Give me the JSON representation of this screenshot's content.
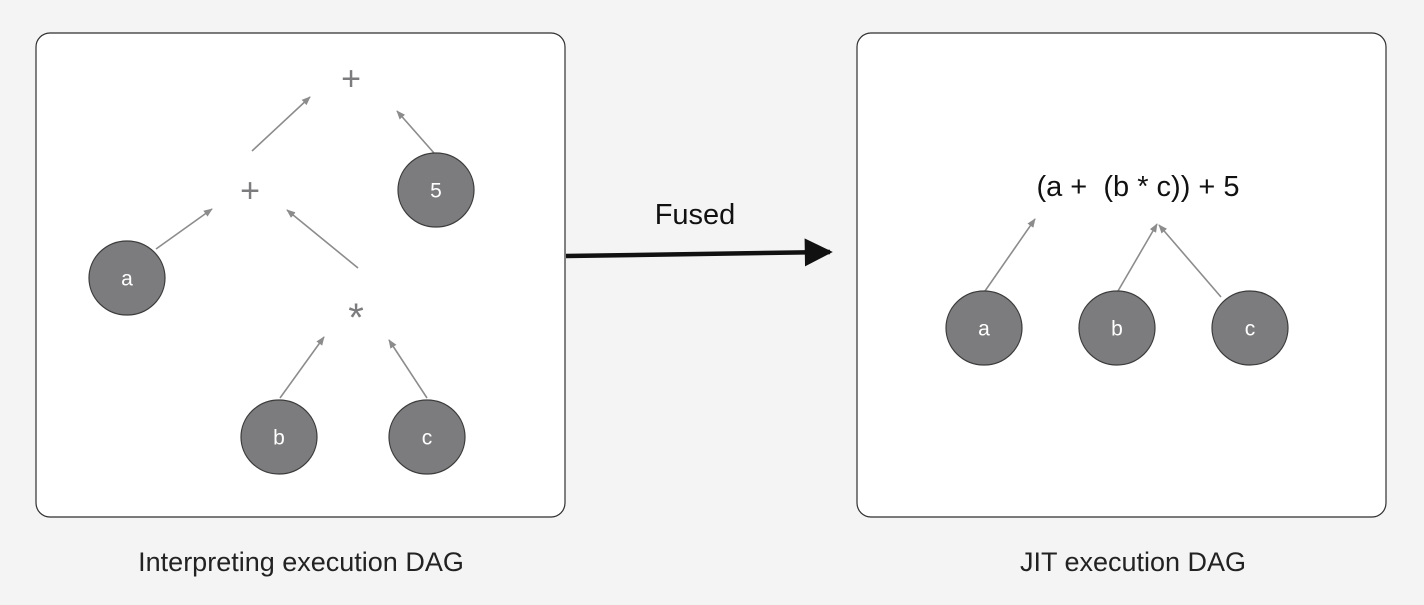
{
  "left_panel": {
    "caption": "Interpreting execution DAG",
    "operators": {
      "top_plus": "+",
      "mid_plus": "+",
      "multiply": "*"
    },
    "nodes": {
      "a": "a",
      "b": "b",
      "c": "c",
      "five": "5"
    }
  },
  "transform": {
    "label": "Fused"
  },
  "right_panel": {
    "caption": "JIT execution DAG",
    "expression": "(a +  (b * c)) + 5",
    "nodes": {
      "a": "a",
      "b": "b",
      "c": "c"
    }
  },
  "colors": {
    "node_fill": "#7c7b7d",
    "edge": "#8c8c8c",
    "background": "#f4f4f4"
  }
}
